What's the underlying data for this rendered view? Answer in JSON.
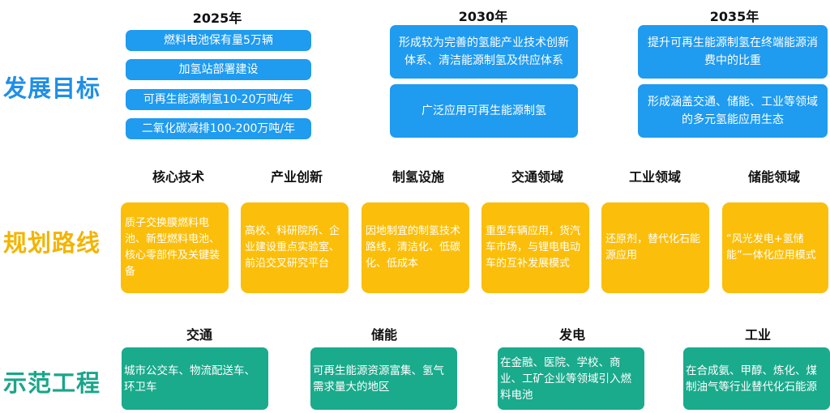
{
  "sections": {
    "goals": "发展目标",
    "roadmap": "规划路线",
    "demo": "示范工程"
  },
  "colors": {
    "goals_title": "#1f8fe6",
    "roadmap_title": "#f3b400",
    "demo_title": "#1aa58a",
    "blue_box": "#1f9bf0",
    "gold_box": "#fbbe0a",
    "green_box": "#1aaa8c"
  },
  "goals": {
    "years": [
      "2025年",
      "2030年",
      "2035年"
    ],
    "y2025": [
      "燃料电池保有量5万辆",
      "加氢站部署建设",
      "可再生能源制氢10-20万吨/年",
      "二氧化碳减排100-200万吨/年"
    ],
    "y2030": [
      "形成较为完善的氢能产业技术创新体系、清洁能源制氢及供应体系",
      "广泛应用可再生能源制氢"
    ],
    "y2035": [
      "提升可再生能源制氢在终端能源消费中的比重",
      "形成涵盖交通、储能、工业等领域的多元氢能应用生态"
    ]
  },
  "roadmap": {
    "headers": [
      "核心技术",
      "产业创新",
      "制氢设施",
      "交通领域",
      "工业领域",
      "储能领域"
    ],
    "items": [
      "质子交换膜燃料电池、新型燃料电池、核心零部件及关键装备",
      "高校、科研院所、企业建设重点实验室、前沿交叉研究平台",
      "因地制宜的制氢技术路线，清洁化、低碳化、低成本",
      "重型车辆应用，货汽车市场，与锂电电动车的互补发展模式",
      "还原剂，替代化石能源应用",
      "“风光发电+氢储能”一体化应用模式"
    ]
  },
  "demo": {
    "headers": [
      "交通",
      "储能",
      "发电",
      "工业"
    ],
    "items": [
      "城市公交车、物流配送车、环卫车",
      "可再生能源资源富集、氢气需求量大的地区",
      "在金融、医院、学校、商业、工矿企业等领域引入燃料电池",
      "在合成氨、甲醇、炼化、煤制油气等行业替代化石能源"
    ]
  }
}
